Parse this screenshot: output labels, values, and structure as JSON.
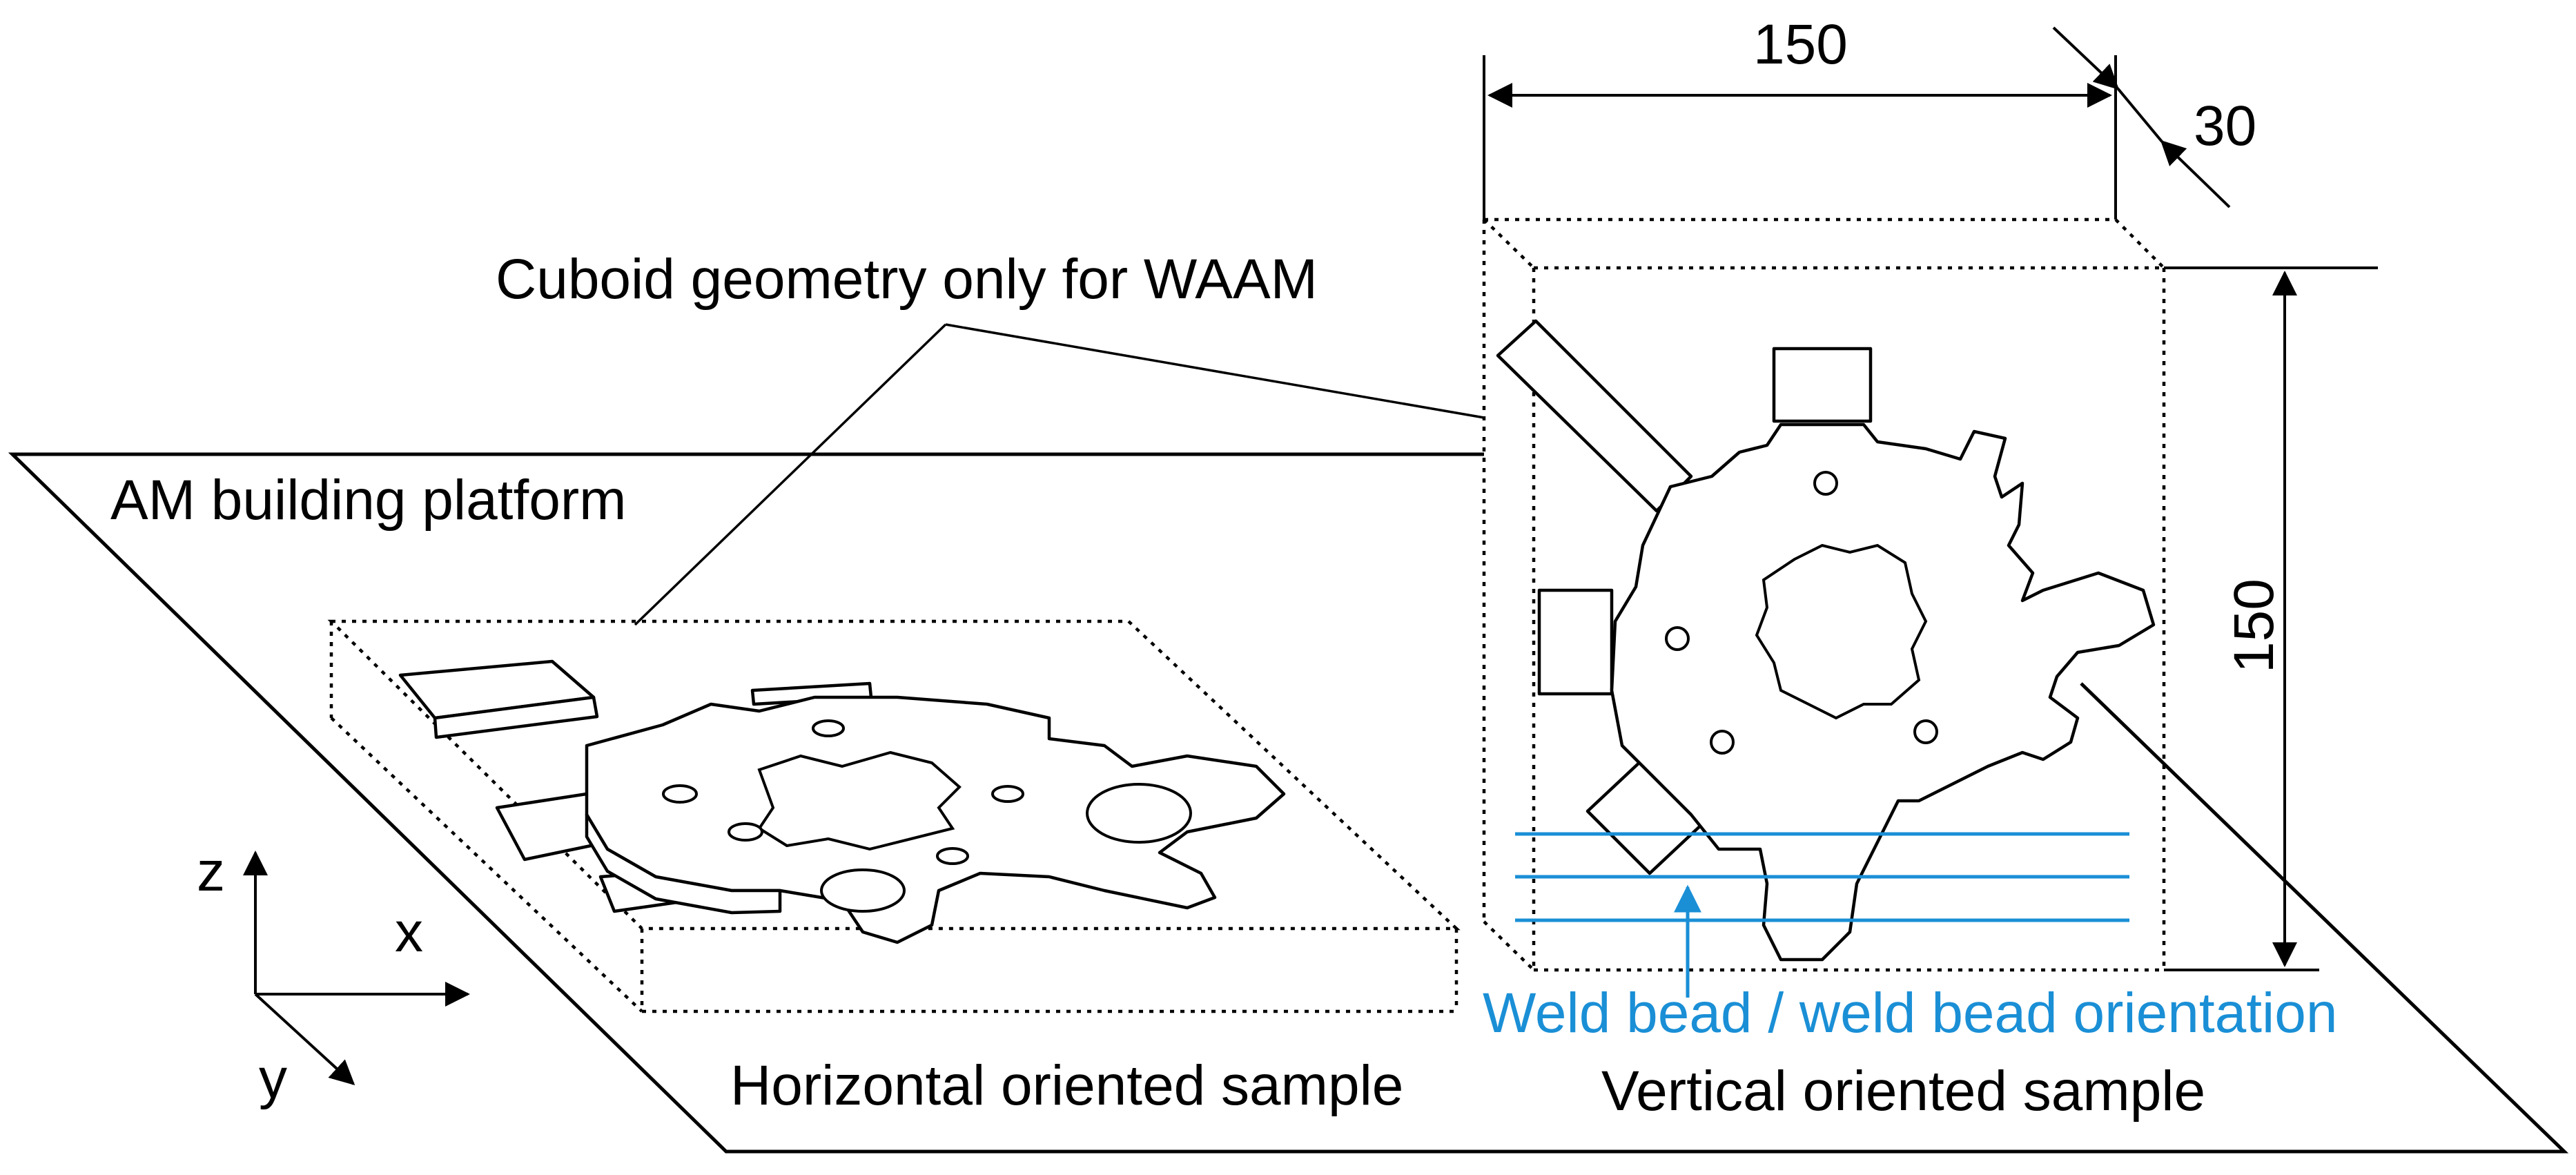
{
  "labels": {
    "cuboid": "Cuboid geometry only for WAAM",
    "platform": "AM building platform",
    "horizontal": "Horizontal oriented sample",
    "vertical": "Vertical oriented sample",
    "weld_bead": "Weld bead / weld bead orientation"
  },
  "dimensions": {
    "width": "150",
    "depth": "30",
    "height": "150"
  },
  "axes": {
    "z": "z",
    "x": "x",
    "y": "y"
  },
  "colors": {
    "line": "#000000",
    "weld_bead": "#1a8fd6",
    "background": "#ffffff"
  }
}
